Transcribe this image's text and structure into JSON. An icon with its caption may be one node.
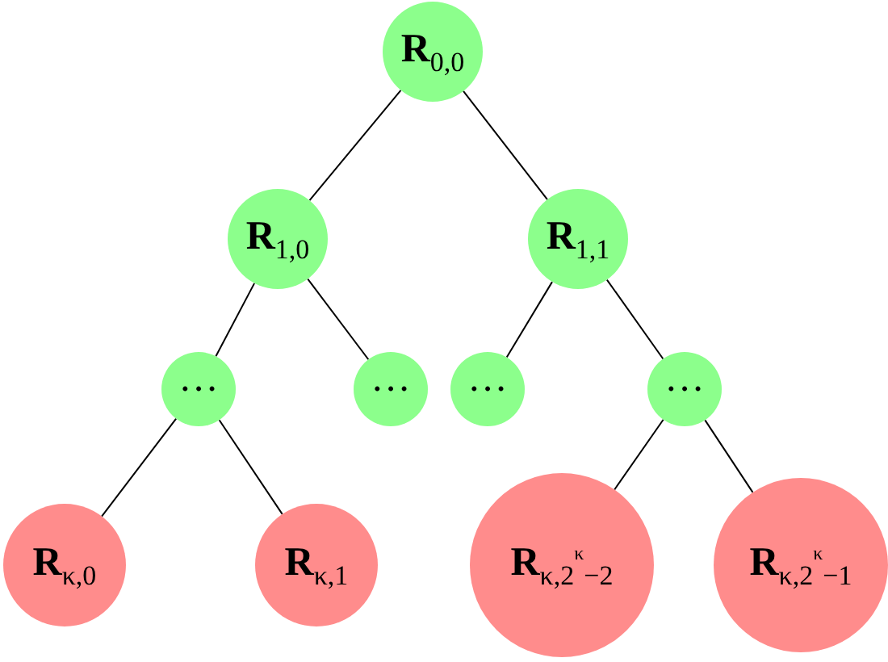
{
  "diagram": {
    "nodes": [
      {
        "text": [
          "**R**$_{0,0}$"
        ]
      },
      {
        "text": [
          "**R**$_{1,0}$"
        ]
      },
      {
        "text": [
          "**R**$_{1,1}$"
        ]
      },
      {
        "text": [
          "···"
        ]
      },
      {
        "text": [
          "···"
        ]
      },
      {
        "text": [
          "···"
        ]
      },
      {
        "text": [
          "···"
        ]
      },
      {
        "text": [
          "**R**$_{κ,0}$"
        ]
      },
      {
        "text": [
          "**R**$_{κ,1}$"
        ]
      },
      {
        "text": [
          "**R**$_{κ,2}$$^{κ}$$_{−2}$"
        ]
      },
      {
        "text": [
          "**R**$_{κ,2}$$^{κ}$$_{−1}$"
        ]
      }
    ],
    "edges": [
      {
        "from": 0,
        "to": 1,
        "arrow": "none"
      },
      {
        "from": 0,
        "to": 2,
        "arrow": "none"
      },
      {
        "from": 1,
        "to": 3,
        "arrow": "none"
      },
      {
        "from": 1,
        "to": 4,
        "arrow": "none"
      },
      {
        "from": 2,
        "to": 5,
        "arrow": "none"
      },
      {
        "from": 2,
        "to": 6,
        "arrow": "none"
      },
      {
        "from": 3,
        "to": 7,
        "arrow": "none"
      },
      {
        "from": 3,
        "to": 8,
        "arrow": "none"
      },
      {
        "from": 6,
        "to": 9,
        "arrow": "none"
      },
      {
        "from": 6,
        "to": 10,
        "arrow": "none"
      }
    ]
  }
}
